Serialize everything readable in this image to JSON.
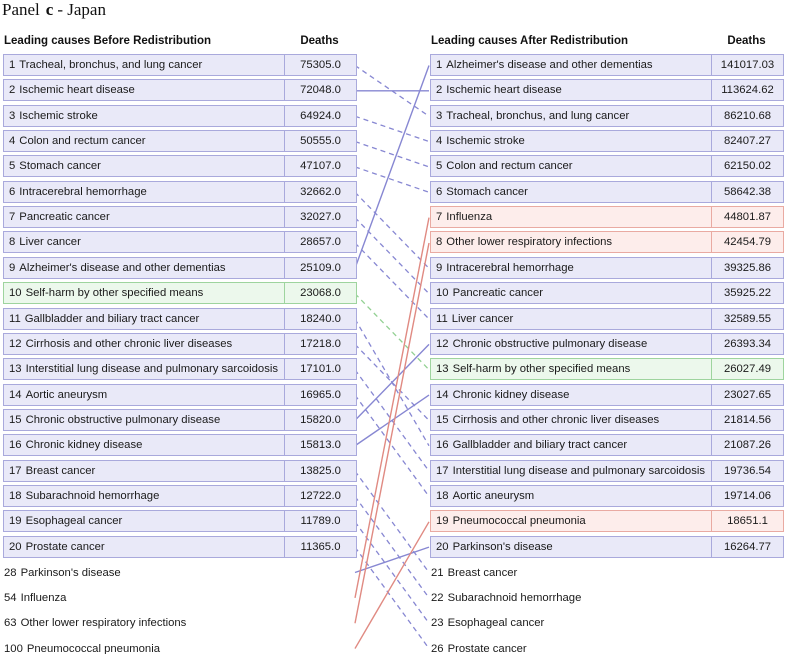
{
  "title": {
    "prefix": "Panel",
    "letter": "c",
    "suffix": "- Japan"
  },
  "chart_data": {
    "type": "slopegraph",
    "title": "Panel c - Japan",
    "left": {
      "header": {
        "cause": "Leading causes Before Redistribution",
        "deaths": "Deaths"
      },
      "rows": [
        {
          "rank": "1",
          "cause": "Tracheal, bronchus, and lung cancer",
          "deaths": "75305.0",
          "highlight": "normal"
        },
        {
          "rank": "2",
          "cause": "Ischemic heart disease",
          "deaths": "72048.0",
          "highlight": "normal"
        },
        {
          "rank": "3",
          "cause": "Ischemic stroke",
          "deaths": "64924.0",
          "highlight": "normal"
        },
        {
          "rank": "4",
          "cause": "Colon and rectum cancer",
          "deaths": "50555.0",
          "highlight": "normal"
        },
        {
          "rank": "5",
          "cause": "Stomach cancer",
          "deaths": "47107.0",
          "highlight": "normal"
        },
        {
          "rank": "6",
          "cause": "Intracerebral hemorrhage",
          "deaths": "32662.0",
          "highlight": "normal"
        },
        {
          "rank": "7",
          "cause": "Pancreatic cancer",
          "deaths": "32027.0",
          "highlight": "normal"
        },
        {
          "rank": "8",
          "cause": "Liver cancer",
          "deaths": "28657.0",
          "highlight": "normal"
        },
        {
          "rank": "9",
          "cause": "Alzheimer's disease and other dementias",
          "deaths": "25109.0",
          "highlight": "normal"
        },
        {
          "rank": "10",
          "cause": "Self-harm by other specified means",
          "deaths": "23068.0",
          "highlight": "green"
        },
        {
          "rank": "11",
          "cause": "Gallbladder and biliary tract cancer",
          "deaths": "18240.0",
          "highlight": "normal"
        },
        {
          "rank": "12",
          "cause": "Cirrhosis and other chronic liver diseases",
          "deaths": "17218.0",
          "highlight": "normal"
        },
        {
          "rank": "13",
          "cause": "Interstitial lung disease and pulmonary sarcoidosis",
          "deaths": "17101.0",
          "highlight": "normal"
        },
        {
          "rank": "14",
          "cause": "Aortic aneurysm",
          "deaths": "16965.0",
          "highlight": "normal"
        },
        {
          "rank": "15",
          "cause": "Chronic obstructive pulmonary disease",
          "deaths": "15820.0",
          "highlight": "normal"
        },
        {
          "rank": "16",
          "cause": "Chronic kidney disease",
          "deaths": "15813.0",
          "highlight": "normal"
        },
        {
          "rank": "17",
          "cause": "Breast cancer",
          "deaths": "13825.0",
          "highlight": "normal"
        },
        {
          "rank": "18",
          "cause": "Subarachnoid hemorrhage",
          "deaths": "12722.0",
          "highlight": "normal"
        },
        {
          "rank": "19",
          "cause": "Esophageal cancer",
          "deaths": "11789.0",
          "highlight": "normal"
        },
        {
          "rank": "20",
          "cause": "Prostate cancer",
          "deaths": "11365.0",
          "highlight": "normal"
        }
      ],
      "extras": [
        {
          "rank": "28",
          "cause": "Parkinson's disease"
        },
        {
          "rank": "54",
          "cause": "Influenza"
        },
        {
          "rank": "63",
          "cause": "Other lower respiratory infections"
        },
        {
          "rank": "100",
          "cause": "Pneumococcal pneumonia"
        }
      ]
    },
    "right": {
      "header": {
        "cause": "Leading causes After Redistribution",
        "deaths": "Deaths"
      },
      "rows": [
        {
          "rank": "1",
          "cause": "Alzheimer's disease and other dementias",
          "deaths": "141017.03",
          "highlight": "normal"
        },
        {
          "rank": "2",
          "cause": "Ischemic heart disease",
          "deaths": "113624.62",
          "highlight": "normal"
        },
        {
          "rank": "3",
          "cause": "Tracheal, bronchus, and lung cancer",
          "deaths": "86210.68",
          "highlight": "normal"
        },
        {
          "rank": "4",
          "cause": "Ischemic stroke",
          "deaths": "82407.27",
          "highlight": "normal"
        },
        {
          "rank": "5",
          "cause": "Colon and rectum cancer",
          "deaths": "62150.02",
          "highlight": "normal"
        },
        {
          "rank": "6",
          "cause": "Stomach cancer",
          "deaths": "58642.38",
          "highlight": "normal"
        },
        {
          "rank": "7",
          "cause": "Influenza",
          "deaths": "44801.87",
          "highlight": "pink"
        },
        {
          "rank": "8",
          "cause": "Other lower respiratory infections",
          "deaths": "42454.79",
          "highlight": "pink"
        },
        {
          "rank": "9",
          "cause": "Intracerebral hemorrhage",
          "deaths": "39325.86",
          "highlight": "normal"
        },
        {
          "rank": "10",
          "cause": "Pancreatic cancer",
          "deaths": "35925.22",
          "highlight": "normal"
        },
        {
          "rank": "11",
          "cause": "Liver cancer",
          "deaths": "32589.55",
          "highlight": "normal"
        },
        {
          "rank": "12",
          "cause": "Chronic obstructive pulmonary disease",
          "deaths": "26393.34",
          "highlight": "normal"
        },
        {
          "rank": "13",
          "cause": "Self-harm by other specified means",
          "deaths": "26027.49",
          "highlight": "green"
        },
        {
          "rank": "14",
          "cause": "Chronic kidney disease",
          "deaths": "23027.65",
          "highlight": "normal"
        },
        {
          "rank": "15",
          "cause": "Cirrhosis and other chronic liver diseases",
          "deaths": "21814.56",
          "highlight": "normal"
        },
        {
          "rank": "16",
          "cause": "Gallbladder and biliary tract cancer",
          "deaths": "21087.26",
          "highlight": "normal"
        },
        {
          "rank": "17",
          "cause": "Interstitial lung disease and pulmonary sarcoidosis",
          "deaths": "19736.54",
          "highlight": "normal"
        },
        {
          "rank": "18",
          "cause": "Aortic aneurysm",
          "deaths": "19714.06",
          "highlight": "normal"
        },
        {
          "rank": "19",
          "cause": "Pneumococcal pneumonia",
          "deaths": "18651.1",
          "highlight": "pink"
        },
        {
          "rank": "20",
          "cause": "Parkinson's disease",
          "deaths": "16264.77",
          "highlight": "normal"
        }
      ],
      "extras": [
        {
          "rank": "21",
          "cause": "Breast cancer"
        },
        {
          "rank": "22",
          "cause": "Subarachnoid hemorrhage"
        },
        {
          "rank": "23",
          "cause": "Esophageal cancer"
        },
        {
          "rank": "26",
          "cause": "Prostate cancer"
        }
      ]
    },
    "links": [
      {
        "from_slot": 1,
        "to_slot": 3,
        "style": "dashed",
        "color": "lavender"
      },
      {
        "from_slot": 2,
        "to_slot": 2,
        "style": "solid",
        "color": "lavender"
      },
      {
        "from_slot": 3,
        "to_slot": 4,
        "style": "dashed",
        "color": "lavender"
      },
      {
        "from_slot": 4,
        "to_slot": 5,
        "style": "dashed",
        "color": "lavender"
      },
      {
        "from_slot": 5,
        "to_slot": 6,
        "style": "dashed",
        "color": "lavender"
      },
      {
        "from_slot": 6,
        "to_slot": 9,
        "style": "dashed",
        "color": "lavender"
      },
      {
        "from_slot": 7,
        "to_slot": 10,
        "style": "dashed",
        "color": "lavender"
      },
      {
        "from_slot": 8,
        "to_slot": 11,
        "style": "dashed",
        "color": "lavender"
      },
      {
        "from_slot": 9,
        "to_slot": 1,
        "style": "solid",
        "color": "lavender"
      },
      {
        "from_slot": 10,
        "to_slot": 13,
        "style": "dashed",
        "color": "green"
      },
      {
        "from_slot": 11,
        "to_slot": 16,
        "style": "dashed",
        "color": "lavender"
      },
      {
        "from_slot": 12,
        "to_slot": 15,
        "style": "dashed",
        "color": "lavender"
      },
      {
        "from_slot": 13,
        "to_slot": 17,
        "style": "dashed",
        "color": "lavender"
      },
      {
        "from_slot": 14,
        "to_slot": 18,
        "style": "dashed",
        "color": "lavender"
      },
      {
        "from_slot": 15,
        "to_slot": 12,
        "style": "solid",
        "color": "lavender"
      },
      {
        "from_slot": 16,
        "to_slot": 14,
        "style": "solid",
        "color": "lavender"
      },
      {
        "from_slot": 17,
        "to_slot": 21,
        "style": "dashed",
        "color": "lavender"
      },
      {
        "from_slot": 18,
        "to_slot": 22,
        "style": "dashed",
        "color": "lavender"
      },
      {
        "from_slot": 19,
        "to_slot": 23,
        "style": "dashed",
        "color": "lavender"
      },
      {
        "from_slot": 20,
        "to_slot": 24,
        "style": "dashed",
        "color": "lavender"
      },
      {
        "from_slot": 21,
        "to_slot": 20,
        "style": "solid",
        "color": "lavender"
      },
      {
        "from_slot": 22,
        "to_slot": 7,
        "style": "solid",
        "color": "pink"
      },
      {
        "from_slot": 23,
        "to_slot": 8,
        "style": "solid",
        "color": "pink"
      },
      {
        "from_slot": 24,
        "to_slot": 19,
        "style": "solid",
        "color": "pink"
      }
    ],
    "colors": {
      "lavender": "#8787d2",
      "pink": "#e08a82",
      "green": "#92d092",
      "row_fill_normal": "#e9e9f8",
      "row_border_normal": "#a9a9dc",
      "row_fill_green": "#ecf8ec",
      "row_border_green": "#9ed49e",
      "row_fill_pink": "#fdedeb",
      "row_border_pink": "#e9aaa2"
    }
  }
}
